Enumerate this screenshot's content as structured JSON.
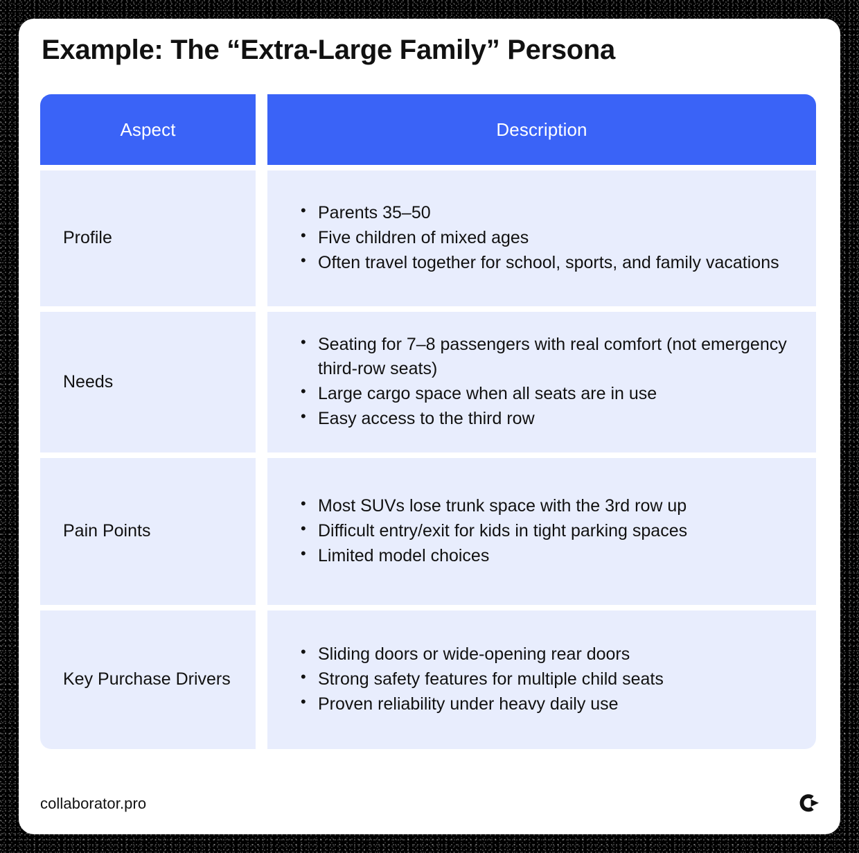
{
  "page": {
    "title": "Example: The “Extra-Large Family” Persona"
  },
  "colors": {
    "header_blue": "#3A63F7",
    "cell_background": "#E8EDFD",
    "text": "#111111",
    "card_background": "#FFFFFF",
    "frame": "#000000"
  },
  "table": {
    "columns": [
      {
        "key": "aspect",
        "label": "Aspect"
      },
      {
        "key": "description",
        "label": "Description"
      }
    ],
    "rows": [
      {
        "aspect": "Profile",
        "bullets": [
          "Parents 35–50",
          "Five children of mixed ages",
          "Often travel together for school, sports, and family vacations"
        ]
      },
      {
        "aspect": "Needs",
        "bullets": [
          "Seating for 7–8 passengers with real comfort (not emergency third-row seats)",
          "Large cargo space when all seats are in use",
          "Easy access to the third row"
        ]
      },
      {
        "aspect": "Pain Points",
        "bullets": [
          "Most SUVs lose trunk space with the 3rd row up",
          "Difficult entry/exit for kids in tight parking spaces",
          "Limited model choices"
        ]
      },
      {
        "aspect": "Key Purchase Drivers",
        "bullets": [
          "Sliding doors or wide-opening rear doors",
          "Strong safety features for multiple child seats",
          "Proven reliability under heavy daily use"
        ]
      }
    ]
  },
  "footer": {
    "brand": "collaborator.pro",
    "logo_icon": "collaborator-c-arrow-logo-icon"
  }
}
